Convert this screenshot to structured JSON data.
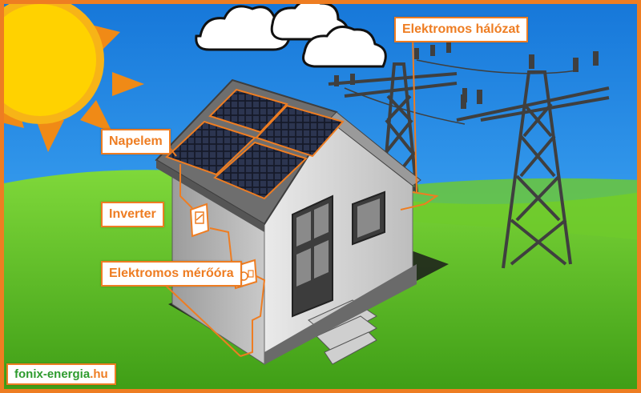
{
  "labels": {
    "grid": "Elektromos hálózat",
    "panel": "Napelem",
    "inverter": "Inverter",
    "meter": "Elektromos mérőóra"
  },
  "brand": {
    "name": "fonix-energia",
    "tld": ".hu"
  },
  "colors": {
    "accent": "#ee7d22",
    "brand_green": "#2e9b2e",
    "sky": "#1d8be6",
    "grass": "#5cbf22",
    "sun": "#ffd200"
  },
  "icons": [
    "sun-icon",
    "cloud-icon",
    "power-pylon-icon",
    "solar-panel-icon",
    "inverter-icon",
    "meter-icon",
    "house-icon"
  ]
}
